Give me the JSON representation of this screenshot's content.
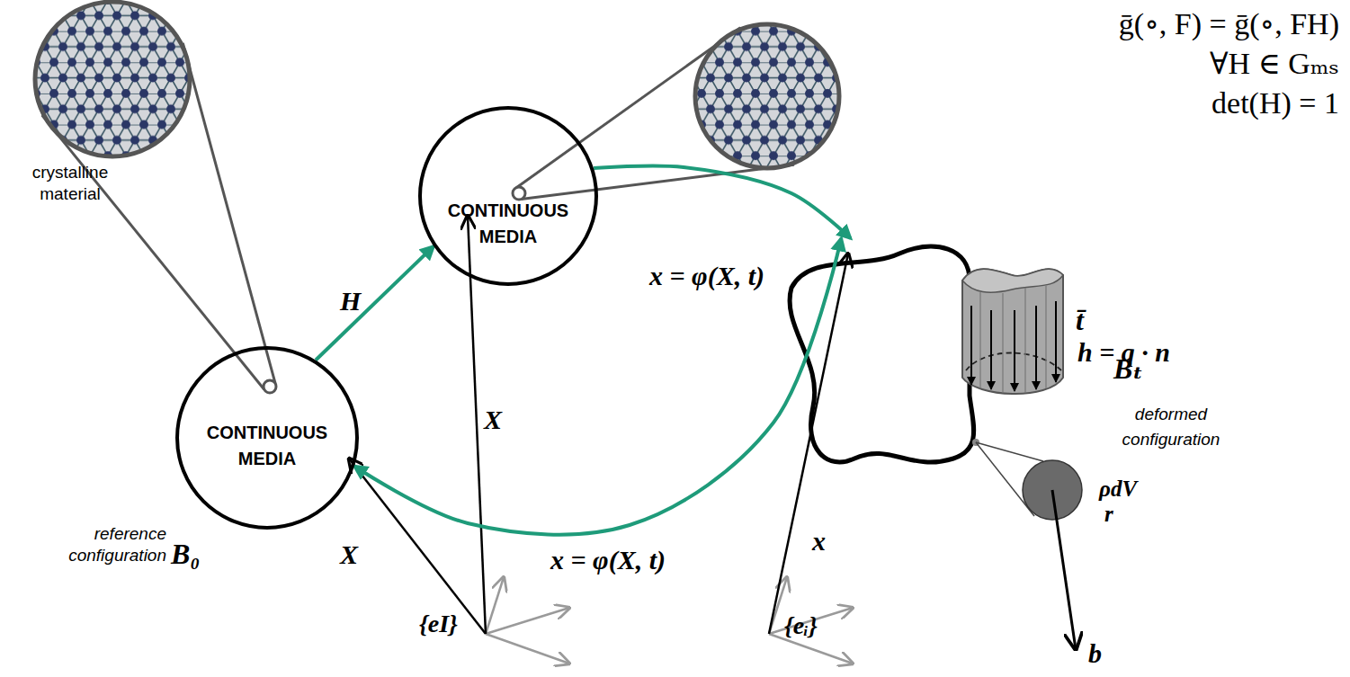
{
  "diagram": {
    "nodes": [
      {
        "text": [
          "CONTINUOUS MEDIA"
        ]
      },
      {
        "text": [
          "CONTINUOUS MEDIA"
        ]
      },
      {
        "text": [
          "Bₜ",
          "deformed configuration"
        ]
      }
    ],
    "edges": [
      {
        "from": 0,
        "to": 1,
        "arrow": "to",
        "label": "H"
      },
      {
        "from": 1,
        "to": 2,
        "arrow": "to",
        "label": "x = φ(X, t)"
      },
      {
        "from": 0,
        "to": 2,
        "arrow": "both",
        "label": "x = φ(X, t)"
      }
    ],
    "labels": [
      "ḡ(∘, F) = ḡ(∘, FH)",
      "∀H ∈ Gₘₛ",
      "det(H) = 1",
      "crystalline material",
      "reference configuration",
      "B₀",
      "X",
      "X",
      "x",
      "{eI}",
      "{eᵢ}",
      "t̄",
      "h = q · n",
      "ρdV",
      "r",
      "b"
    ]
  }
}
